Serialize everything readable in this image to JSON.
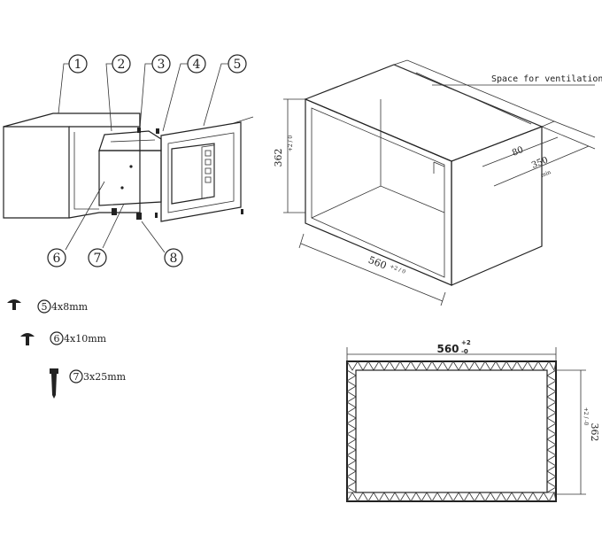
{
  "callouts": [
    "1",
    "2",
    "3",
    "4",
    "5",
    "6",
    "7",
    "8"
  ],
  "screws": [
    {
      "num": "5",
      "label": "4x8mm"
    },
    {
      "num": "6",
      "label": "4x10mm"
    },
    {
      "num": "7",
      "label": "3x25mm"
    }
  ],
  "cabinet": {
    "ventilation_label": "Space for ventilation",
    "dim_height": "362",
    "dim_height_tol": "+2 / 0",
    "dim_width": "560",
    "dim_width_tol": "+2 / 0",
    "dim_depth_gap": "80",
    "dim_depth": "350",
    "dim_depth_note": "min"
  },
  "cutout": {
    "dim_width": "560",
    "dim_width_tol_upper": "+2",
    "dim_width_tol_lower": "-0",
    "dim_height": "362",
    "dim_height_tol": "+2 / -0"
  },
  "colors": {
    "line": "#222222",
    "frame_fill": "#f6f6f6"
  }
}
